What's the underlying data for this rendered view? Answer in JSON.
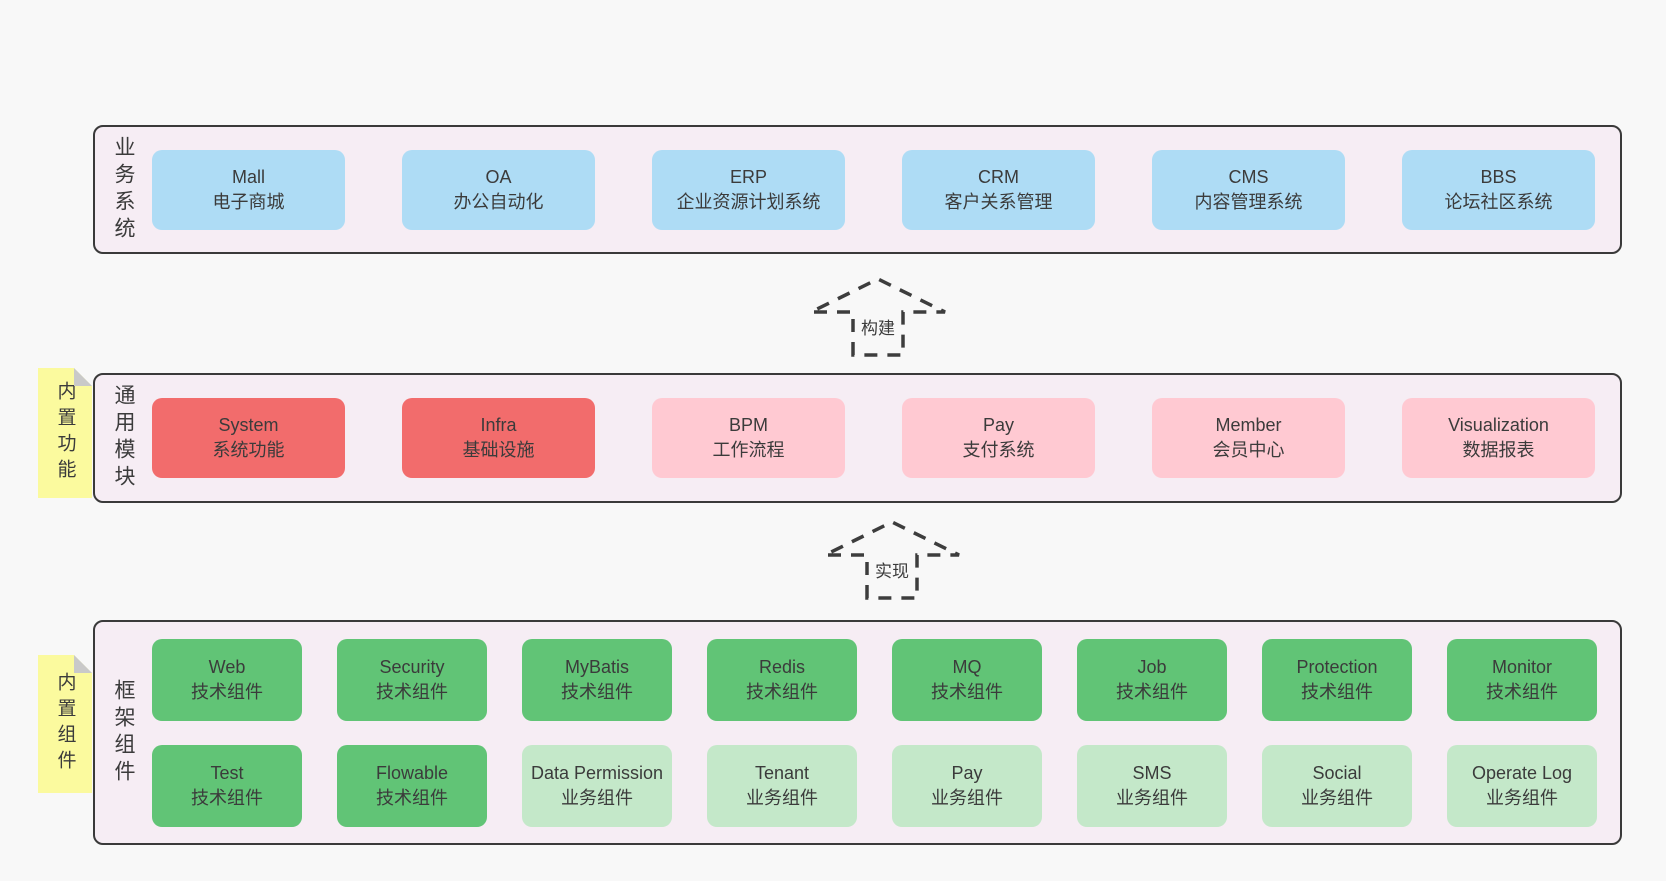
{
  "colors": {
    "page_bg": "#f8f8f8",
    "panel_bg": "#f6edf4",
    "panel_border": "#3a3a3a",
    "business_box": "#aedcf5",
    "core_module_box": "#f26c6c",
    "module_box": "#ffc9d2",
    "tech_component_box": "#61c476",
    "biz_component_box": "#c4e8c9",
    "sticky_note": "#fbfa9e",
    "text": "#3b3b3b"
  },
  "arrows": {
    "build": "构建",
    "implement": "实现"
  },
  "layers": {
    "business": {
      "label": "业务系统",
      "boxes": [
        {
          "title": "Mall",
          "subtitle": "电子商城"
        },
        {
          "title": "OA",
          "subtitle": "办公自动化"
        },
        {
          "title": "ERP",
          "subtitle": "企业资源计划系统"
        },
        {
          "title": "CRM",
          "subtitle": "客户关系管理"
        },
        {
          "title": "CMS",
          "subtitle": "内容管理系统"
        },
        {
          "title": "BBS",
          "subtitle": "论坛社区系统"
        }
      ]
    },
    "modules": {
      "label": "通用模块",
      "sticky": "内置功能",
      "boxes": [
        {
          "title": "System",
          "subtitle": "系统功能"
        },
        {
          "title": "Infra",
          "subtitle": "基础设施"
        },
        {
          "title": "BPM",
          "subtitle": "工作流程"
        },
        {
          "title": "Pay",
          "subtitle": "支付系统"
        },
        {
          "title": "Member",
          "subtitle": "会员中心"
        },
        {
          "title": "Visualization",
          "subtitle": "数据报表"
        }
      ]
    },
    "components": {
      "label": "框架组件",
      "sticky": "内置组件",
      "rows": [
        [
          {
            "title": "Web",
            "subtitle": "技术组件"
          },
          {
            "title": "Security",
            "subtitle": "技术组件"
          },
          {
            "title": "MyBatis",
            "subtitle": "技术组件"
          },
          {
            "title": "Redis",
            "subtitle": "技术组件"
          },
          {
            "title": "MQ",
            "subtitle": "技术组件"
          },
          {
            "title": "Job",
            "subtitle": "技术组件"
          },
          {
            "title": "Protection",
            "subtitle": "技术组件"
          },
          {
            "title": "Monitor",
            "subtitle": "技术组件"
          }
        ],
        [
          {
            "title": "Test",
            "subtitle": "技术组件"
          },
          {
            "title": "Flowable",
            "subtitle": "技术组件"
          },
          {
            "title": "Data Permission",
            "subtitle": "业务组件"
          },
          {
            "title": "Tenant",
            "subtitle": "业务组件"
          },
          {
            "title": "Pay",
            "subtitle": "业务组件"
          },
          {
            "title": "SMS",
            "subtitle": "业务组件"
          },
          {
            "title": "Social",
            "subtitle": "业务组件"
          },
          {
            "title": "Operate Log",
            "subtitle": "业务组件"
          }
        ]
      ]
    }
  }
}
